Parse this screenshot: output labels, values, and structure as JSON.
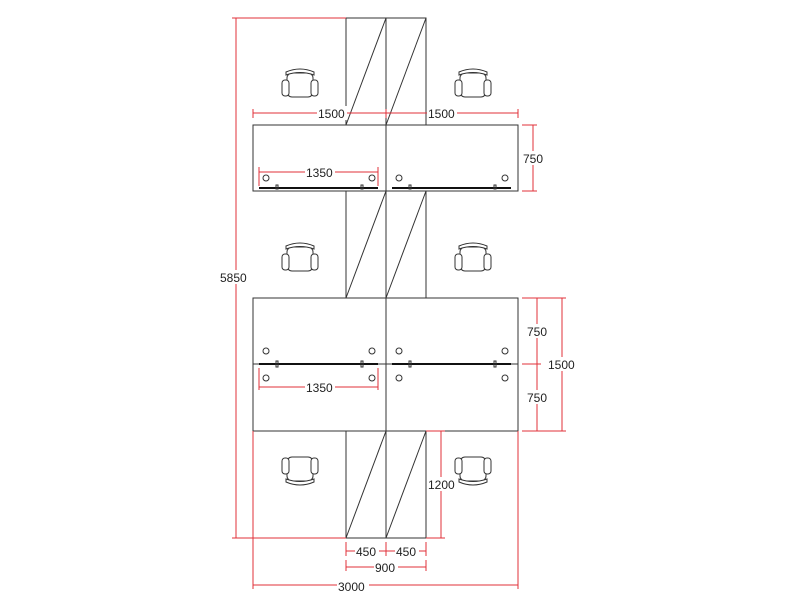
{
  "drawing": {
    "title": "Office workstation layout plan",
    "units": "mm",
    "colors": {
      "lines": "#333333",
      "dimensions": "#e0303a",
      "background": "#ffffff"
    },
    "dimensions": {
      "overall_height": "5850",
      "top_desk_width_left": "1500",
      "top_desk_width_right": "1500",
      "top_desk_depth": "750",
      "top_screen_length": "1350",
      "middle_desk_depth_upper": "750",
      "middle_desk_depth_lower": "750",
      "middle_desk_total_depth": "1500",
      "middle_screen_length": "1350",
      "cabinet_length": "1200",
      "cabinet_width_left": "450",
      "cabinet_width_right": "450",
      "cabinet_total_width": "900",
      "overall_width": "3000"
    },
    "elements": {
      "chairs": 6,
      "desks": 6,
      "cabinet_pairs": 3
    }
  }
}
